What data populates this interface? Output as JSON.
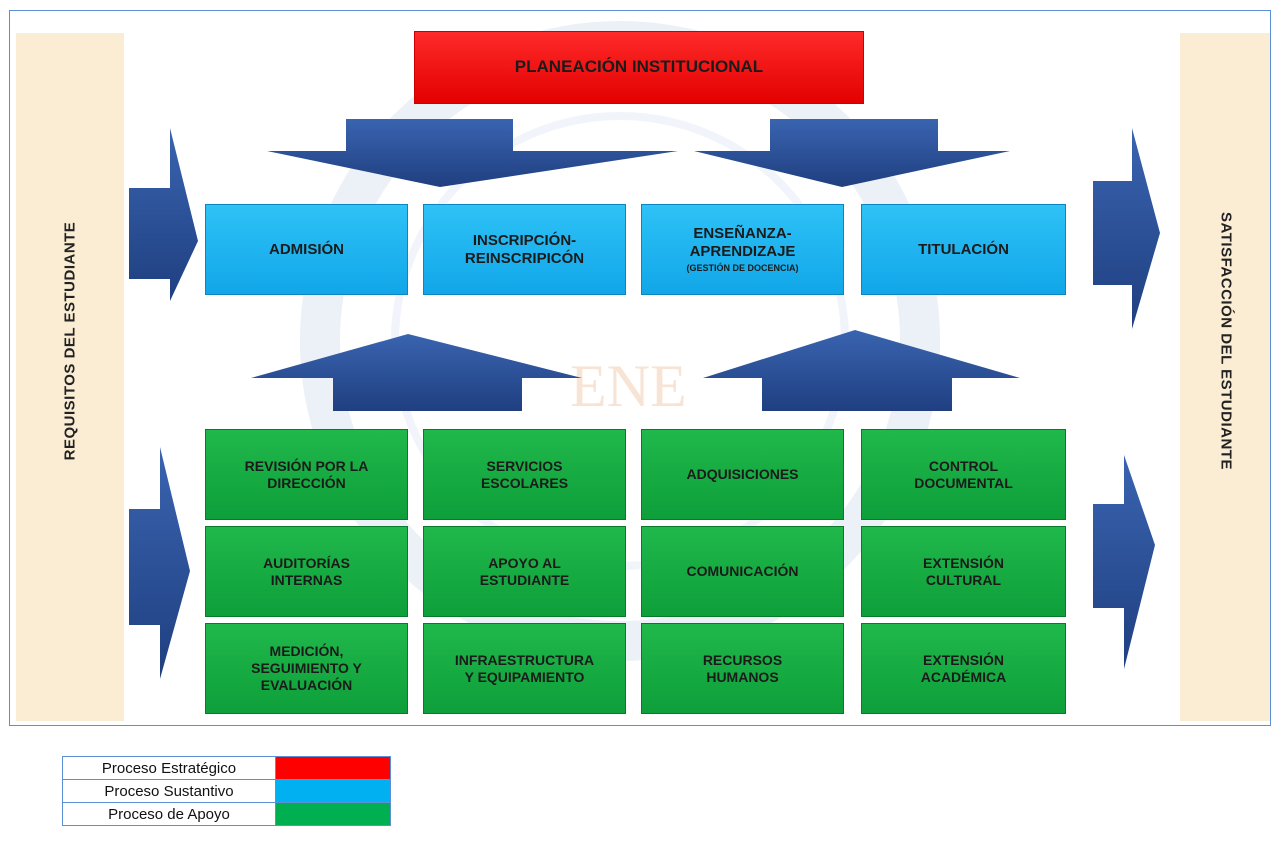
{
  "left_label": "REQUISITOS DEL ESTUDIANTE",
  "right_label": "SATISFACCIÓN DEL ESTUDIANTE",
  "strategic": {
    "label": "PLANEACIÓN INSTITUCIONAL"
  },
  "watermark": "ENE",
  "substantive": [
    {
      "line1": "ADMISIÓN",
      "line2": ""
    },
    {
      "line1": "INSCRIPCIÓN-",
      "line2": "REINSCRIPICÓN"
    },
    {
      "line1": "ENSEÑANZA-",
      "line2": "APRENDIZAJE",
      "note": "(GESTIÓN DE DOCENCIA)"
    },
    {
      "line1": "TITULACIÓN",
      "line2": ""
    }
  ],
  "support": [
    {
      "line1": "REVISIÓN POR LA",
      "line2": "DIRECCIÓN",
      "line3": ""
    },
    {
      "line1": "SERVICIOS",
      "line2": "ESCOLARES",
      "line3": ""
    },
    {
      "line1": "ADQUISICIONES",
      "line2": "",
      "line3": ""
    },
    {
      "line1": "CONTROL",
      "line2": "DOCUMENTAL",
      "line3": ""
    },
    {
      "line1": "AUDITORÍAS",
      "line2": "INTERNAS",
      "line3": ""
    },
    {
      "line1": "APOYO AL",
      "line2": "ESTUDIANTE",
      "line3": ""
    },
    {
      "line1": "COMUNICACIÓN",
      "line2": "",
      "line3": ""
    },
    {
      "line1": "EXTENSIÓN",
      "line2": "CULTURAL",
      "line3": ""
    },
    {
      "line1": "MEDICIÓN,",
      "line2": "SEGUIMIENTO Y",
      "line3": "EVALUACIÓN"
    },
    {
      "line1": "INFRAESTRUCTURA",
      "line2": "Y EQUIPAMIENTO",
      "line3": ""
    },
    {
      "line1": "RECURSOS",
      "line2": "HUMANOS",
      "line3": ""
    },
    {
      "line1": "EXTENSIÓN",
      "line2": "ACADÉMICA",
      "line3": ""
    }
  ],
  "legend": [
    {
      "label": "Proceso Estratégico",
      "color": "#ff0000"
    },
    {
      "label": "Proceso Sustantivo",
      "color": "#00b0f0"
    },
    {
      "label": "Proceso de Apoyo",
      "color": "#00b050"
    }
  ],
  "colors": {
    "strategic": "#ff0000",
    "substantive": "#1fb4f0",
    "support": "#12a843",
    "arrow": "#2f5496",
    "side_panel": "#fbedd4",
    "frame": "#5b8fd6"
  }
}
